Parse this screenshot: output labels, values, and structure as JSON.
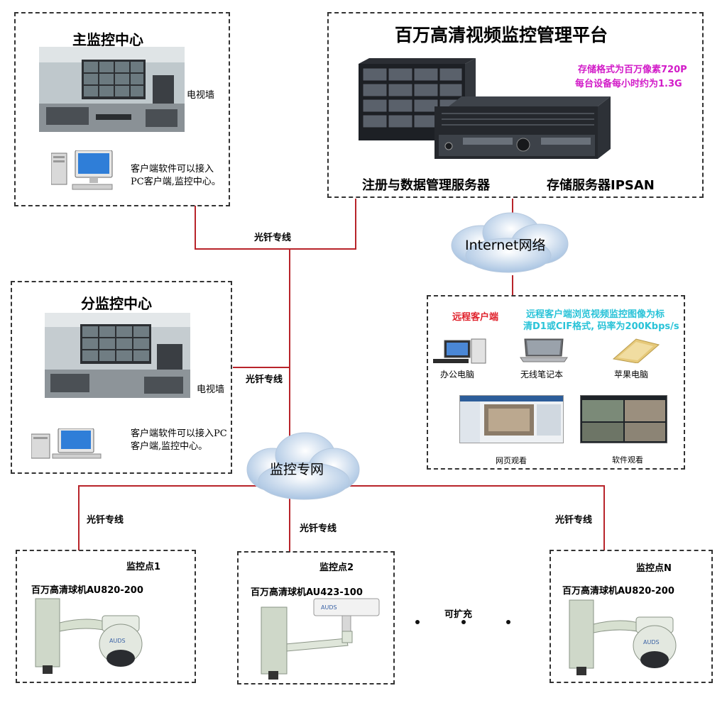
{
  "platform": {
    "title": "百万高清视频监控管理平台",
    "note_line1": "存储格式为百万像素720P",
    "note_line2": "每台设备每小时约为1.3G",
    "server1_label": "注册与数据管理服务器",
    "server2_label": "存储服务器IPSAN",
    "note_color": "#d21bc8"
  },
  "main_center": {
    "title": "主监控中心",
    "tv_wall_label": "电视墙",
    "client_line1": "客户端软件可以接入",
    "client_line2": "PC客户端,监控中心。"
  },
  "sub_center": {
    "title": "分监控中心",
    "tv_wall_label": "电视墙",
    "client_line1": "客户端软件可以接入PC",
    "client_line2": "客户端,监控中心。"
  },
  "network": {
    "internet_label": "Internet网络",
    "private_net_label": "监控专网",
    "fiber_top": "光钎专线",
    "fiber_mid": "光钎专线",
    "fiber_left": "光钎专线",
    "fiber_center": "光钎专线",
    "fiber_right": "光钎专线",
    "line_color": "#b8242a"
  },
  "remote": {
    "title": "远程客户端",
    "title_color": "#e0202a",
    "desc_line1": "远程客户端浏览视频监控图像为标",
    "desc_line2": "清D1或CIF格式, 码率为200Kbps/s",
    "desc_color": "#29c3d8",
    "devices": [
      "办公电脑",
      "无线笔记本",
      "苹果电脑"
    ],
    "view_web": "网页观看",
    "view_software": "软件观看"
  },
  "points": [
    {
      "name": "监控点1",
      "camera": "百万高清球机AU820-200"
    },
    {
      "name": "监控点2",
      "camera": "百万高清球机AU423-100"
    },
    {
      "name": "监控点N",
      "camera": "百万高清球机AU820-200"
    }
  ],
  "expandable": "可扩充",
  "brand": "AUDS"
}
